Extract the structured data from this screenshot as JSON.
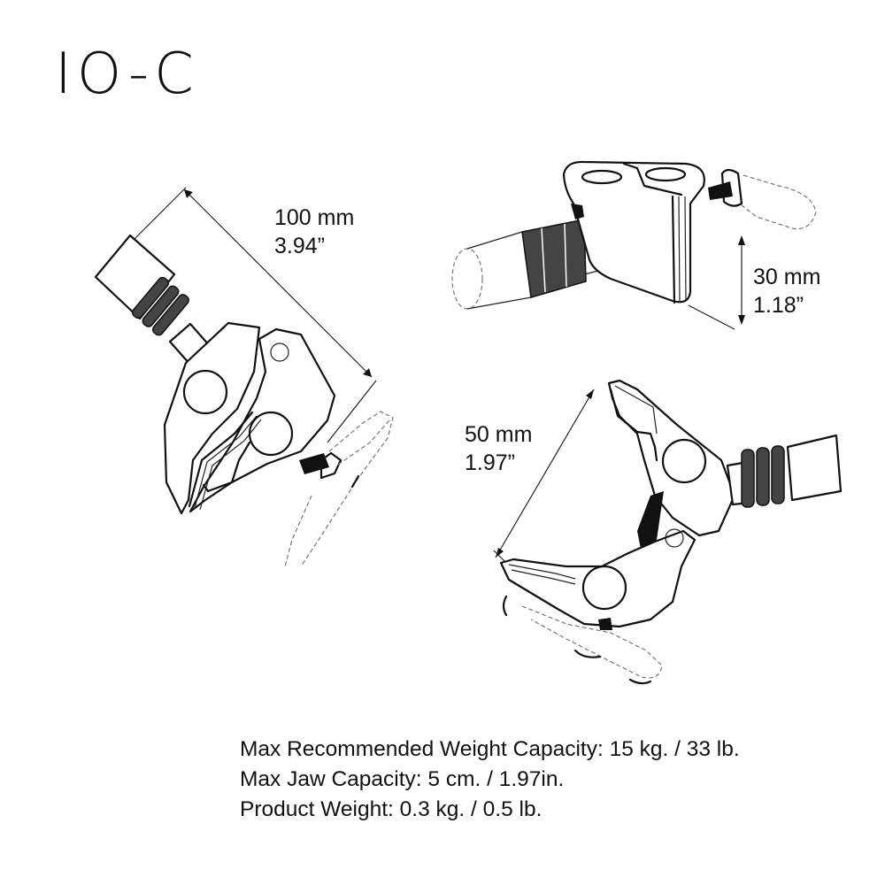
{
  "title": "IO-C",
  "dimensions": {
    "length": {
      "metric": "100 mm",
      "imperial": "3.94”"
    },
    "height": {
      "metric": "30 mm",
      "imperial": "1.18”"
    },
    "jaw": {
      "metric": "50 mm",
      "imperial": "1.97”"
    }
  },
  "specs": [
    "Max Recommended Weight Capacity: 15 kg. / 33 lb.",
    "Max Jaw Capacity: 5 cm. / 1.97in.",
    "Product Weight: 0.3 kg. / 0.5 lb."
  ],
  "views": [
    {
      "name": "side-view-clamp-length"
    },
    {
      "name": "top-perspective-view-height"
    },
    {
      "name": "open-jaw-view-capacity"
    }
  ]
}
